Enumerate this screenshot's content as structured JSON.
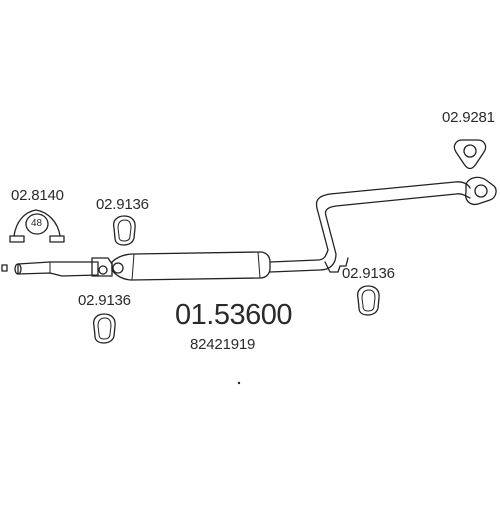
{
  "labels": {
    "flange_part": "02.9281",
    "clamp_part": "02.8140",
    "clamp_size": "48",
    "ring_top": "02.9136",
    "ring_right": "02.9136",
    "ring_left": "02.9136",
    "main_part": "01.53600",
    "oem_number": "82421919"
  },
  "colors": {
    "line": "#222222",
    "text": "#2a2a2a",
    "background": "#ffffff"
  }
}
